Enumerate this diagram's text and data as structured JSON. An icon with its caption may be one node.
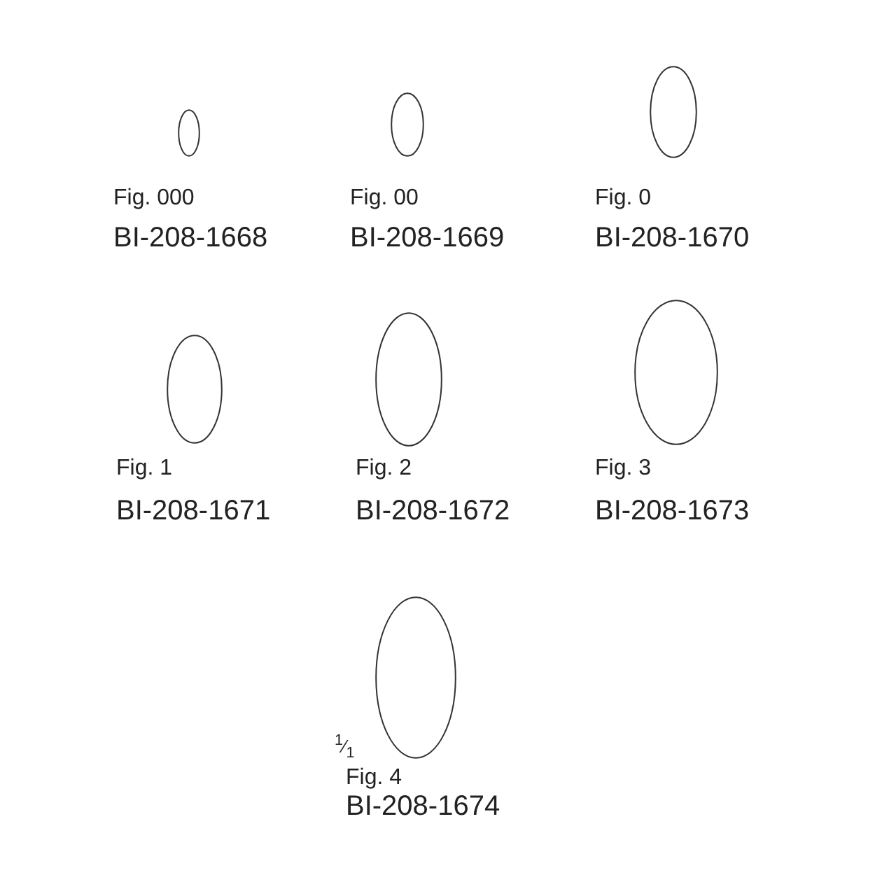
{
  "diagram": {
    "nodes": [
      {
        "text": [],
        "shape": "ellipse",
        "beside": [
          "Fig. 000",
          "BI-208-1668"
        ]
      },
      {
        "text": [],
        "shape": "ellipse",
        "beside": [
          "Fig. 00",
          "BI-208-1669"
        ]
      },
      {
        "text": [],
        "shape": "ellipse",
        "beside": [
          "Fig. 0",
          "BI-208-1670"
        ]
      },
      {
        "text": [],
        "shape": "ellipse",
        "beside": [
          "Fig. 1",
          "BI-208-1671"
        ]
      },
      {
        "text": [],
        "shape": "ellipse",
        "beside": [
          "Fig. 2",
          "BI-208-1672"
        ]
      },
      {
        "text": [],
        "shape": "ellipse",
        "beside": [
          "Fig. 3",
          "BI-208-1673"
        ]
      },
      {
        "text": [],
        "shape": "ellipse",
        "beside": [
          "Fig. 4",
          "BI-208-1674"
        ]
      }
    ],
    "labels": [
      "$^{1}$⁄$_{1}$"
    ]
  }
}
